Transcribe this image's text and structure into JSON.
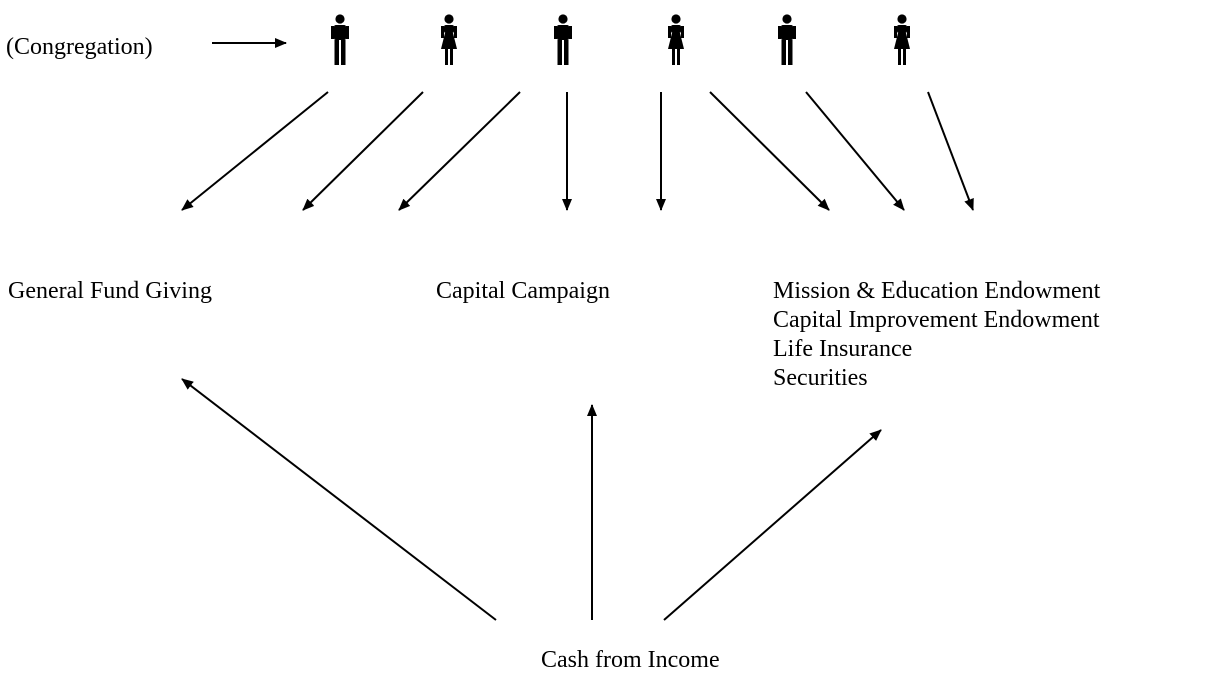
{
  "congregation_label": "(Congregation)",
  "people": [
    {
      "gender": "male",
      "icon": "man-icon"
    },
    {
      "gender": "female",
      "icon": "woman-icon"
    },
    {
      "gender": "male",
      "icon": "man-icon"
    },
    {
      "gender": "female",
      "icon": "woman-icon"
    },
    {
      "gender": "male",
      "icon": "man-icon"
    },
    {
      "gender": "female",
      "icon": "woman-icon"
    }
  ],
  "destinations": {
    "general_fund": "General Fund Giving",
    "capital_campaign": "Capital Campaign",
    "endowments": [
      "Mission & Education Endowment",
      "Capital Improvement Endowment",
      "Life Insurance",
      "Securities"
    ]
  },
  "source": "Cash from Income",
  "colors": {
    "ink": "#000000",
    "background": "#ffffff"
  }
}
